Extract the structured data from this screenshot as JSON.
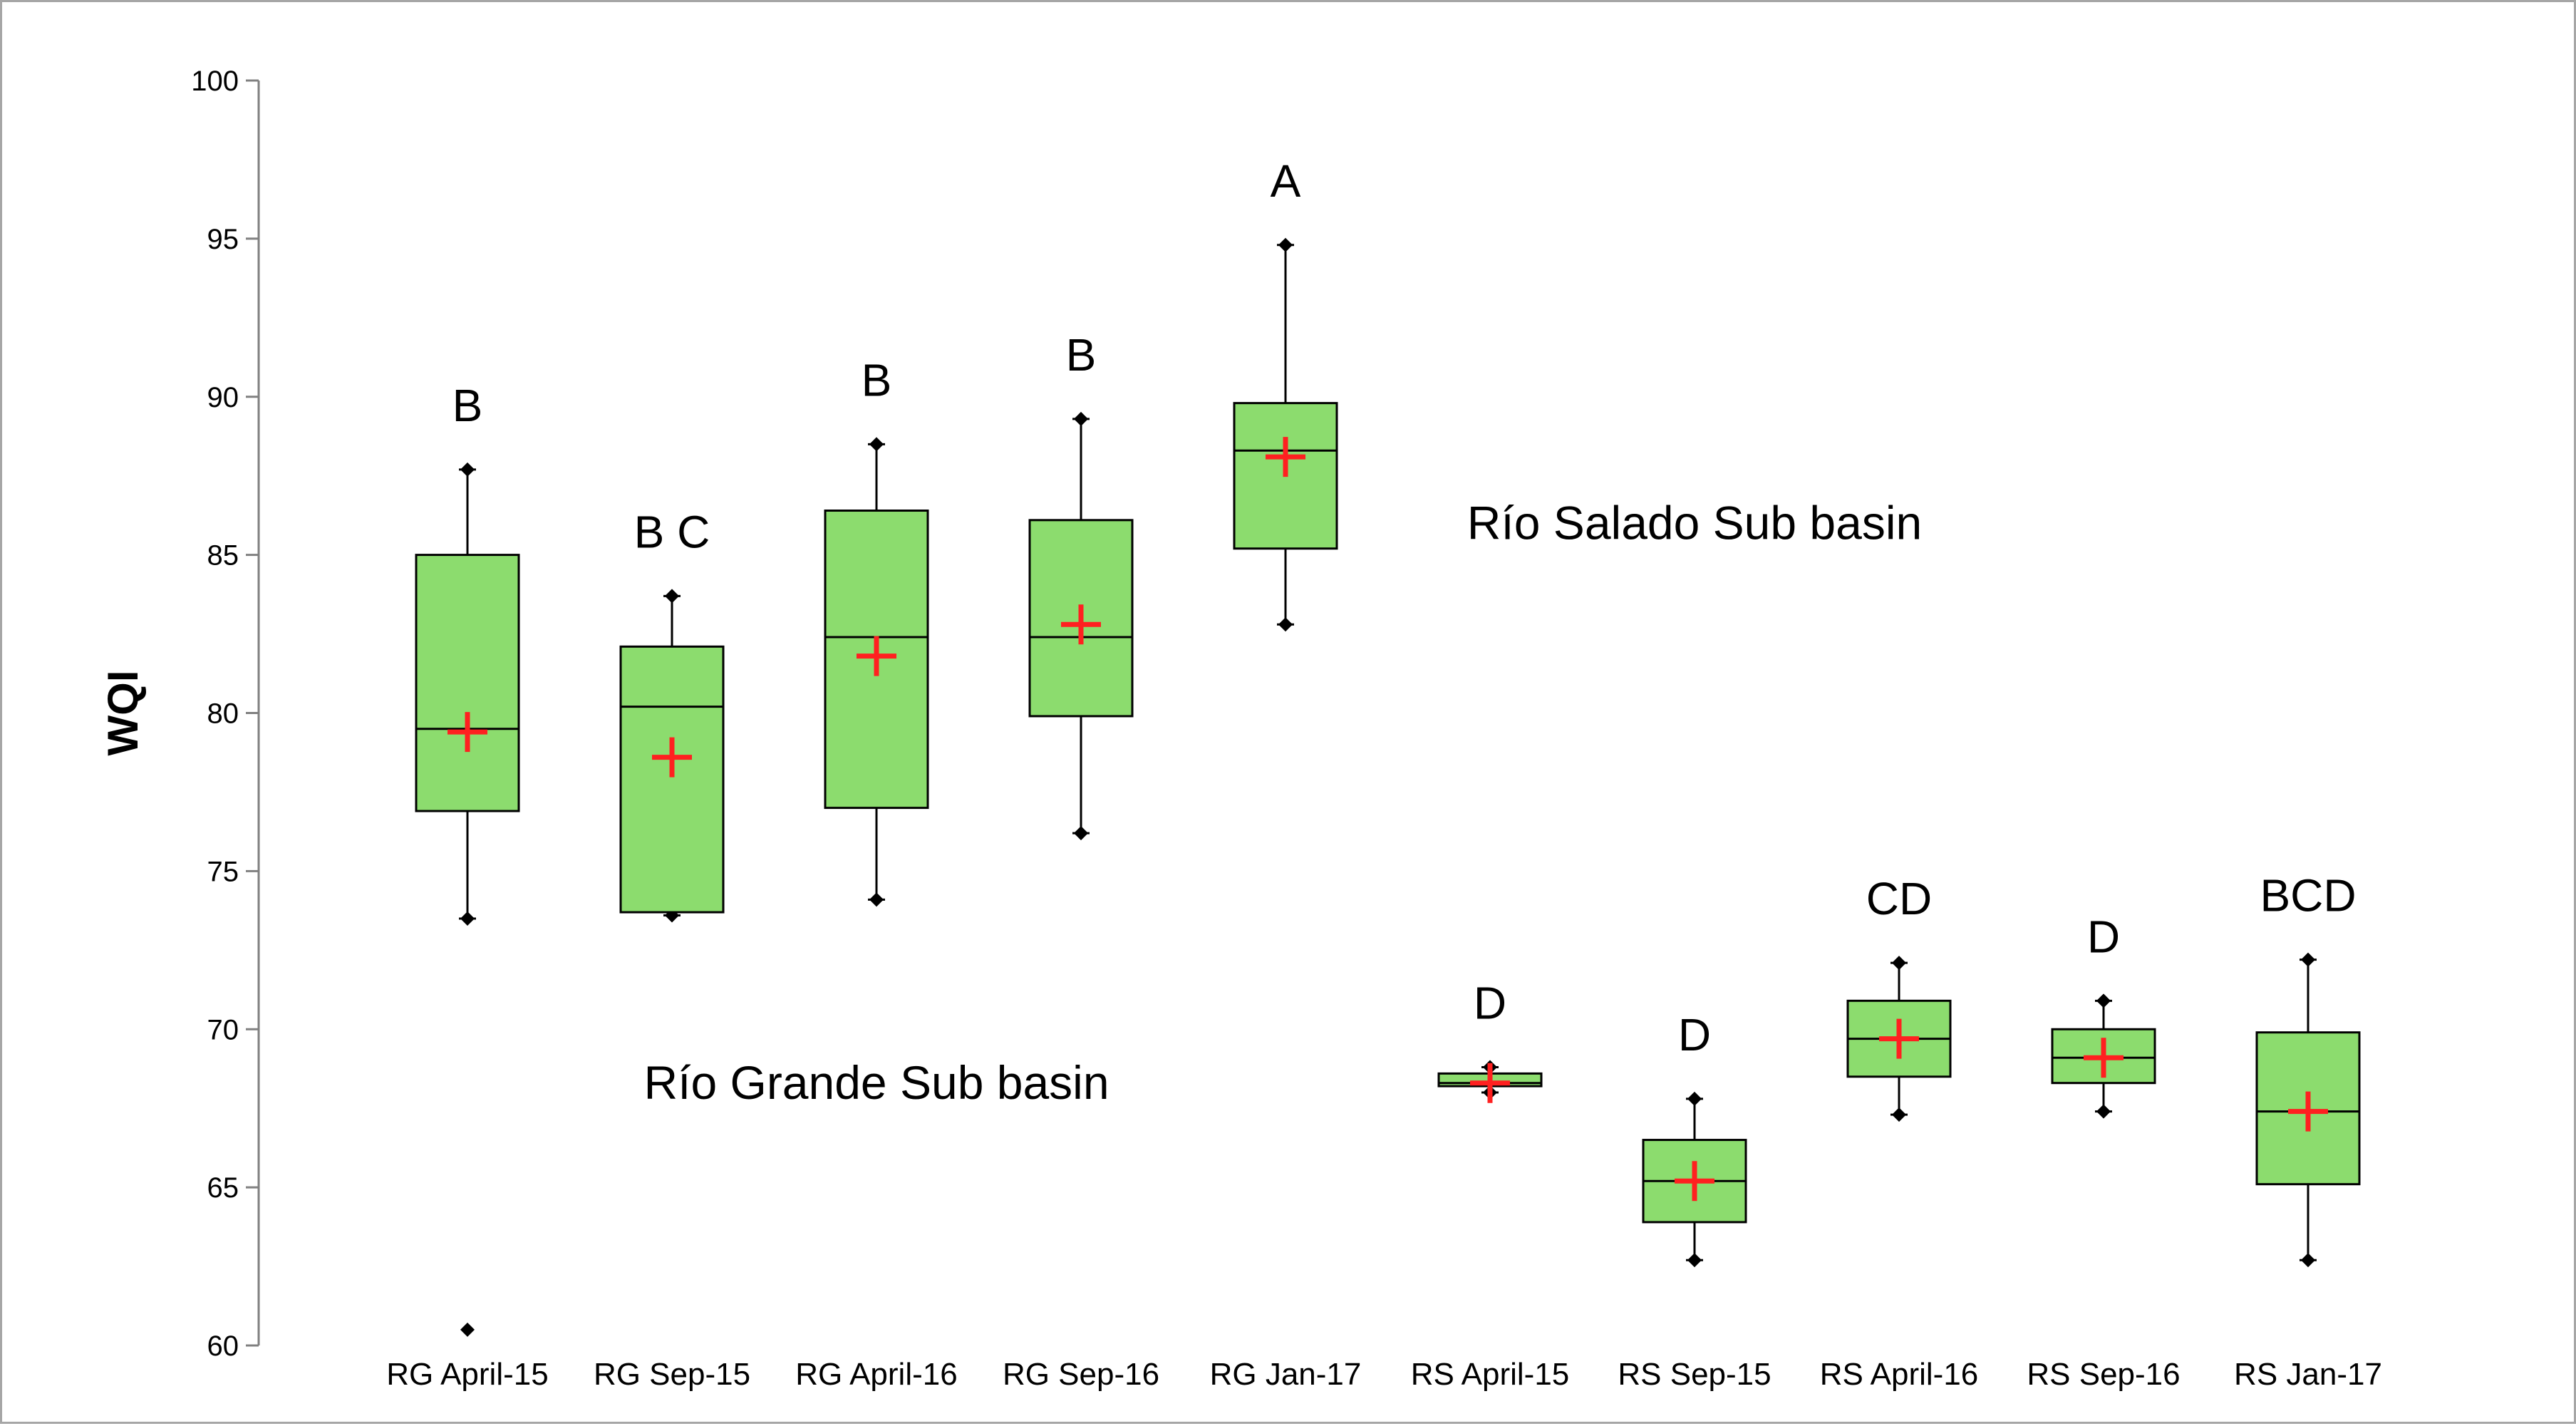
{
  "chart_data": {
    "type": "box",
    "title": "",
    "xlabel": "",
    "ylabel": "WQI",
    "ylim": [
      60,
      100
    ],
    "yticks": [
      60,
      65,
      70,
      75,
      80,
      85,
      90,
      95,
      100
    ],
    "grid": false,
    "colors": {
      "box_fill": "#8cdc6e",
      "box_stroke": "#000000",
      "mean_marker": "#ff2020",
      "whisker": "#000000"
    },
    "categories": [
      "RG April-15",
      "RG Sep-15",
      "RG April-16",
      "RG Sep-16",
      "RG Jan-17",
      "RS April-15",
      "RS Sep-15",
      "RS April-16",
      "RS Sep-16",
      "RS Jan-17"
    ],
    "boxes": [
      {
        "min": 73.5,
        "q1": 76.9,
        "median": 79.5,
        "q3": 85.0,
        "max": 87.7,
        "mean": 79.4,
        "outliers": [
          60.5
        ],
        "group": "B"
      },
      {
        "min": 73.6,
        "q1": 73.7,
        "median": 80.2,
        "q3": 82.1,
        "max": 83.7,
        "mean": 78.6,
        "outliers": [],
        "group": "B C"
      },
      {
        "min": 74.1,
        "q1": 77.0,
        "median": 82.4,
        "q3": 86.4,
        "max": 88.5,
        "mean": 81.8,
        "outliers": [],
        "group": "B"
      },
      {
        "min": 76.2,
        "q1": 79.9,
        "median": 82.4,
        "q3": 86.1,
        "max": 89.3,
        "mean": 82.8,
        "outliers": [],
        "group": "B"
      },
      {
        "min": 82.8,
        "q1": 85.2,
        "median": 88.3,
        "q3": 89.8,
        "max": 94.8,
        "mean": 88.1,
        "outliers": [],
        "group": "A"
      },
      {
        "min": 68.0,
        "q1": 68.2,
        "median": 68.3,
        "q3": 68.6,
        "max": 68.8,
        "mean": 68.3,
        "outliers": [],
        "group": "D"
      },
      {
        "min": 62.7,
        "q1": 63.9,
        "median": 65.2,
        "q3": 66.5,
        "max": 67.8,
        "mean": 65.2,
        "outliers": [],
        "group": "D"
      },
      {
        "min": 67.3,
        "q1": 68.5,
        "median": 69.7,
        "q3": 70.9,
        "max": 72.1,
        "mean": 69.7,
        "outliers": [],
        "group": "CD"
      },
      {
        "min": 67.4,
        "q1": 68.3,
        "median": 69.1,
        "q3": 70.0,
        "max": 70.9,
        "mean": 69.1,
        "outliers": [],
        "group": "D"
      },
      {
        "min": 62.7,
        "q1": 65.1,
        "median": 67.4,
        "q3": 69.9,
        "max": 72.2,
        "mean": 67.4,
        "outliers": [],
        "group": "BCD"
      }
    ],
    "annotations": [
      {
        "text": "Río Grande Sub basin",
        "x": "RG April-16",
        "y": 67.8
      },
      {
        "text": "Río Salado Sub basin",
        "x": "RS Sep-15",
        "y": 85.5
      }
    ]
  }
}
